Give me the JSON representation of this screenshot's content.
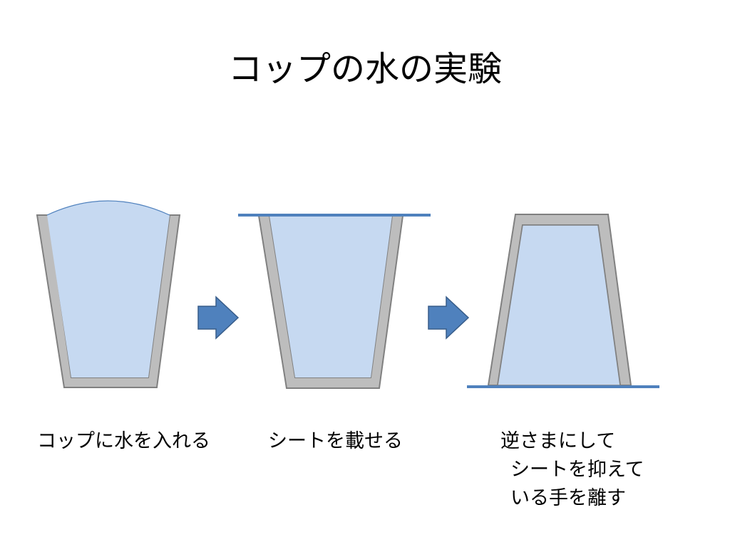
{
  "title": "コップの水の実験",
  "colors": {
    "cup_wall": "#BDBDBD",
    "cup_outline": "#808080",
    "water": "#C6D9F1",
    "water_outline": "#4F81BD",
    "sheet": "#4F81BD",
    "arrow": "#4F81BD",
    "arrow_outline": "#385D8A"
  },
  "icons": [
    "cup-with-water",
    "right-arrow",
    "cup-with-sheet",
    "inverted-cup"
  ],
  "steps": [
    {
      "label": "コップに水を入れる"
    },
    {
      "label": "シートを載せる"
    },
    {
      "label_lines": [
        "逆さまにして",
        "シートを抑えて",
        "いる手を離す"
      ]
    }
  ]
}
